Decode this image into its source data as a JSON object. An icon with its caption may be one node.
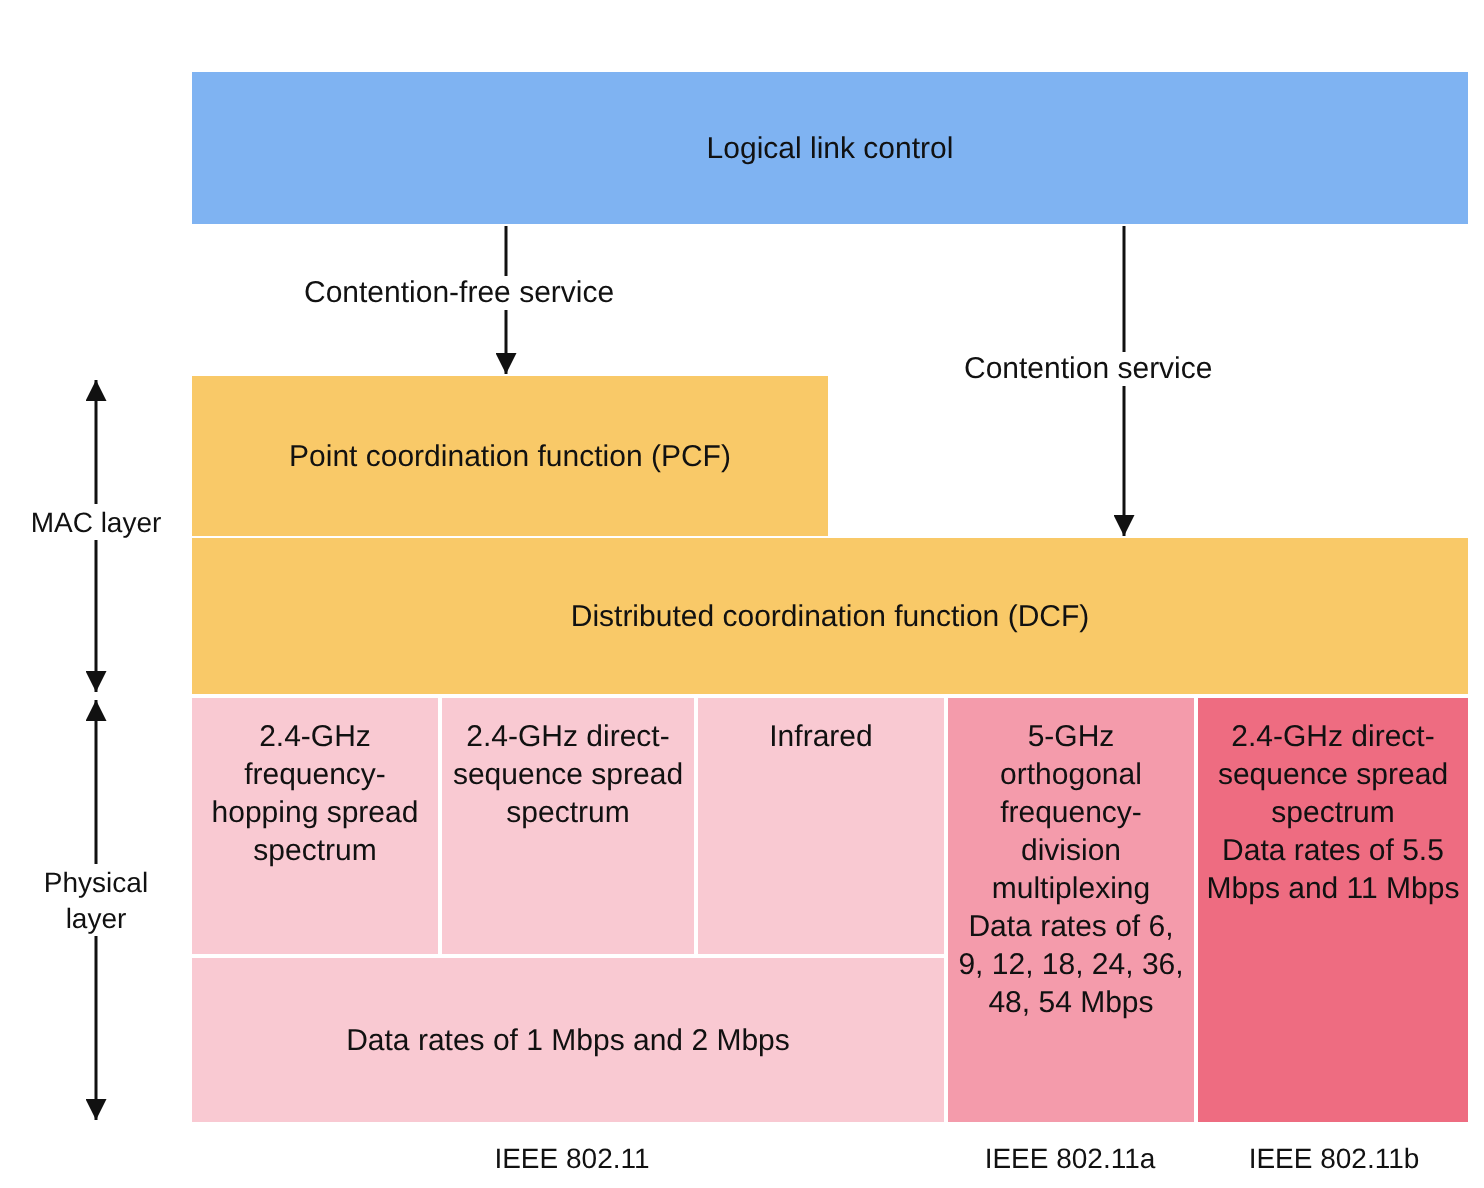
{
  "diagram": {
    "nodes": [
      {
        "text": [
          "Logical link control"
        ]
      },
      {
        "text": [
          "Point coordination function (PCF)"
        ]
      },
      {
        "text": [
          "Distributed coordination function (DCF)"
        ]
      },
      {
        "text": [
          "2.4-GHz frequency-hopping spread spectrum"
        ]
      },
      {
        "text": [
          "2.4-GHz direct-sequence spread spectrum"
        ]
      },
      {
        "text": [
          "Infrared"
        ]
      },
      {
        "text": [
          "Data rates of 1 Mbps and 2 Mbps"
        ]
      },
      {
        "text": [
          "5-GHz orthogonal frequency-division multiplexing",
          "Data rates of 6, 9, 12, 18, 24, 36, 48, 54 Mbps"
        ]
      },
      {
        "text": [
          "2.4-GHz direct-sequence spread spectrum",
          "Data rates of 5.5 Mbps and 11 Mbps"
        ]
      }
    ],
    "edges": [
      {
        "from": 0,
        "to": 1,
        "arrow": "to",
        "label": "Contention-free service"
      },
      {
        "from": 0,
        "to": 2,
        "arrow": "to",
        "label": "Contention service"
      }
    ],
    "labels": [
      "MAC layer",
      "Physical layer",
      "IEEE 802.11",
      "IEEE 802.11a",
      "IEEE 802.11b"
    ]
  }
}
